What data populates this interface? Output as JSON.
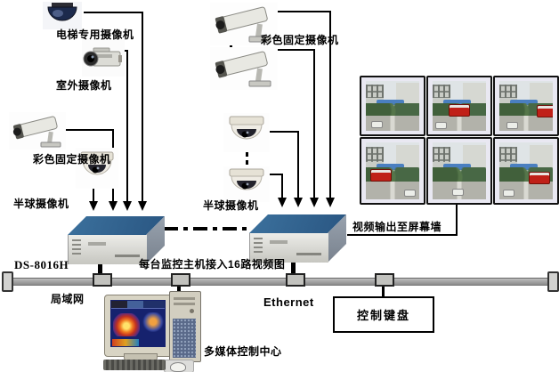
{
  "labels": {
    "elevator_camera": "电梯专用摄像机",
    "outdoor_camera": "室外摄像机",
    "color_fixed_camera_left": "彩色固定摄像机",
    "dome_camera_left": "半球摄像机",
    "color_fixed_camera_right": "彩色固定摄像机",
    "dome_camera_right": "半球摄像机",
    "video_output_to_wall": "视频输出至屏幕墙",
    "dvr_model": "DS-8016H",
    "per_host_note": "每台监控主机接入16路视频图",
    "lan": "局域网",
    "ethernet": "Ethernet",
    "control_keyboard": "控制键盘",
    "multimedia_control_center": "多媒体控制中心"
  },
  "devices": [
    {
      "icon": "elevator-dome-camera-icon",
      "label_key": "elevator_camera"
    },
    {
      "icon": "box-camera-icon",
      "label_key": "outdoor_camera"
    },
    {
      "icon": "bullet-camera-icon",
      "label_key": "color_fixed_camera_left"
    },
    {
      "icon": "dome-camera-icon",
      "label_key": "dome_camera_left"
    },
    {
      "icon": "bullet-camera-icon",
      "label_key": "color_fixed_camera_right"
    },
    {
      "icon": "dome-camera-icon",
      "label_key": "dome_camera_right"
    },
    {
      "icon": "dvr-host-icon",
      "label_key": "dvr_model"
    },
    {
      "icon": "dvr-host-icon",
      "label_key": "per_host_note"
    },
    {
      "icon": "workstation-icon",
      "label_key": "multimedia_control_center"
    },
    {
      "icon": "control-keyboard-box",
      "label_key": "control_keyboard"
    }
  ],
  "monitor_wall": {
    "rows": 2,
    "cols": 3,
    "feeds": [
      {
        "scene": "street view, buildings and trees, white car"
      },
      {
        "scene": "street view, red bus in center"
      },
      {
        "scene": "street view, red bus at right edge"
      },
      {
        "scene": "street view, red bus at left"
      },
      {
        "scene": "street view, white car in center"
      },
      {
        "scene": "street view, red truck at right"
      }
    ]
  },
  "colors": {
    "dvr_top_blue": "#2f5f8f",
    "bus_gray": "#9a9a9a",
    "line_black": "#000000",
    "red_vehicle": "#c02018",
    "awning_blue": "#4a7fc0",
    "screen_navy": "#16226e"
  }
}
